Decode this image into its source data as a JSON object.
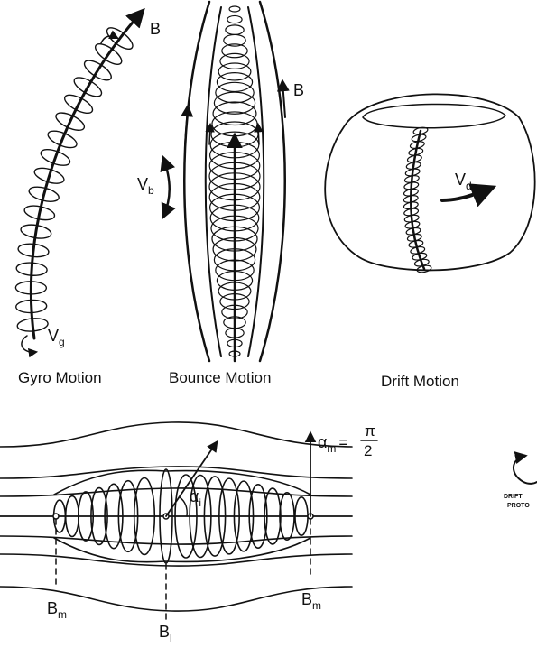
{
  "panels": {
    "gyro": {
      "caption": "Gyro Motion",
      "field_label": "B",
      "velocity_symbol": "V",
      "velocity_sub": "g"
    },
    "bounce": {
      "caption": "Bounce Motion",
      "field_label": "B",
      "velocity_symbol": "V",
      "velocity_sub": "b"
    },
    "drift": {
      "caption": "Drift Motion",
      "velocity_symbol": "V",
      "velocity_sub": "d"
    }
  },
  "mirror": {
    "pitch_angle_symbol": "α",
    "pitch_angle_sub": "i",
    "max_angle_symbol": "α",
    "max_angle_sub": "m",
    "max_angle_eq": "=",
    "max_angle_num": "π",
    "max_angle_den": "2",
    "left_mirror_label": "B",
    "left_mirror_sub": "m",
    "right_mirror_label": "B",
    "right_mirror_sub": "m",
    "center_label": "B",
    "center_sub": "l"
  },
  "inset": {
    "line1": "DRIFT",
    "line2": "PROTO"
  }
}
